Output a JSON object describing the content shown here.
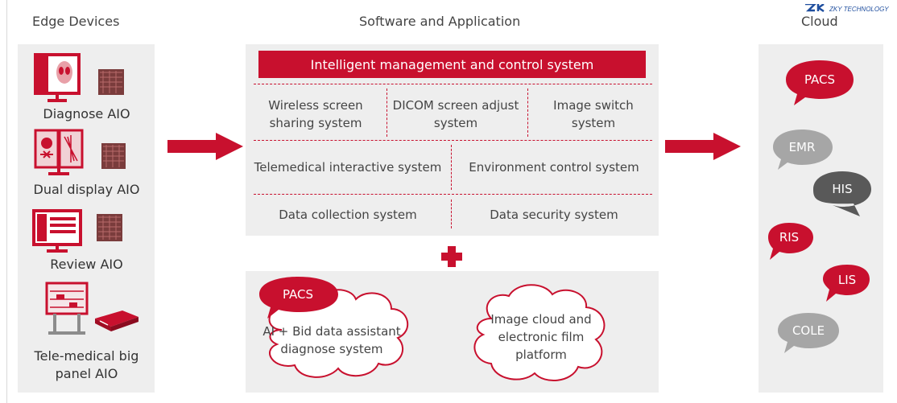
{
  "colors": {
    "accent": "#c8102e",
    "panel": "#eeeeee",
    "gray_bubble": "#a6a6a6",
    "dark_bubble": "#595959"
  },
  "headings": {
    "edge": "Edge Devices",
    "software": "Software and Application",
    "cloud": "Cloud"
  },
  "edge_devices": [
    {
      "label": "Diagnose AIO",
      "icon": "monitor-xray-icon"
    },
    {
      "label": "Dual display AIO",
      "icon": "dual-monitor-icon"
    },
    {
      "label": "Review AIO",
      "icon": "review-monitor-icon"
    },
    {
      "label": "Tele-medical big panel AIO",
      "icon": "big-panel-icon"
    }
  ],
  "software": {
    "top_bar": "Intelligent management and control system",
    "row1": [
      "Wireless screen sharing system",
      "DICOM screen adjust system",
      "Image switch system"
    ],
    "row2": [
      "Telemedical interactive system",
      "Environment control system"
    ],
    "row3": [
      "Data collection system",
      "Data security system"
    ],
    "plus": "+",
    "lower_badge": "PACS",
    "lower_clouds": [
      "AI + Bid data assistant diagnose system",
      "Image cloud and electronic film platform"
    ]
  },
  "cloud_bubbles": [
    {
      "label": "PACS",
      "style": "red"
    },
    {
      "label": "EMR",
      "style": "gray"
    },
    {
      "label": "HIS",
      "style": "dark"
    },
    {
      "label": "RIS",
      "style": "red"
    },
    {
      "label": "LIS",
      "style": "red"
    },
    {
      "label": "COLE",
      "style": "gray"
    }
  ],
  "logo_text": "ZKY TECHNOLOGY"
}
